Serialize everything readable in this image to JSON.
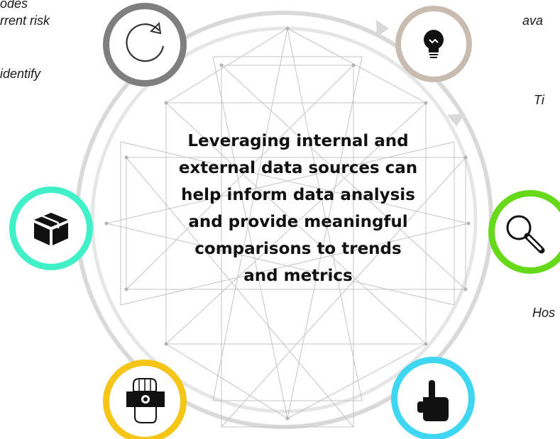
{
  "center_lines": [
    "Leveraging internal and",
    "external data sources can",
    "help inform data analysis",
    "and provide meaningful",
    "comparisons to trends",
    "and metrics"
  ],
  "side_text": {
    "top_left_1": "odes",
    "top_left_2": "rrent risk",
    "top_left_3": "identify",
    "top_right": "ava",
    "right_1": "Ti",
    "right_2": "Hos"
  },
  "colors": {
    "ring": "#d9d9d9",
    "refresh": "#7f7f7f",
    "bulb": "#c8bcb0",
    "search": "#66d91a",
    "pointer": "#3fd6f2",
    "money": "#f5c518",
    "box": "#3ff0c8",
    "icon": "#111111",
    "mesh": "#bfbfbf"
  },
  "icons": {
    "top_left": "refresh-icon",
    "top_right": "lightbulb-icon",
    "right": "magnifier-icon",
    "bottom_right": "pointing-hand-icon",
    "bottom_left": "hand-money-icon",
    "left": "package-icon"
  }
}
